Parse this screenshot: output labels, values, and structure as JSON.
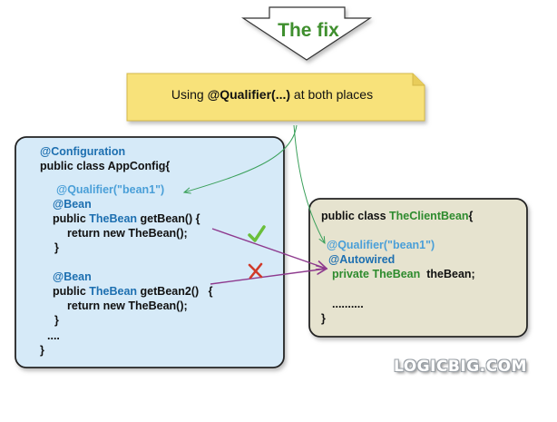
{
  "title": "The fix",
  "note": {
    "prefix": "Using ",
    "highlight": "@Qualifier(...)",
    "suffix": " at both places"
  },
  "config_box": {
    "line1": "@Configuration",
    "line2": "public class AppConfig{",
    "line3": "@Qualifier(\"bean1\")",
    "line4": "@Bean",
    "line5_a": "public ",
    "line5_b": "TheBean",
    "line5_c": " getBean() {",
    "line6": "return new TheBean();",
    "line7": "}",
    "line8": "@Bean",
    "line9_a": "public ",
    "line9_b": "TheBean",
    "line9_c": " getBean2()   {",
    "line10": "return new TheBean();",
    "line11": "}",
    "line12": "....",
    "line13": "}"
  },
  "client_box": {
    "line1_a": "public class ",
    "line1_b": "TheClientBean",
    "line1_c": "{",
    "line2": "@Qualifier(\"bean1\")",
    "line3": "@Autowired",
    "line4_a": "private ",
    "line4_b": "TheBean",
    "line4_c": "  theBean;",
    "line5": "..........",
    "line6": "}"
  },
  "brand": "LOGICBIG.COM",
  "colors": {
    "config_fill": "#d6eaf8",
    "client_fill": "#e6e3cf",
    "note_fill": "#f8e27a",
    "arrow_purple": "#8e3a8e",
    "arrow_green": "#3aa05a",
    "check": "#6abf3a",
    "cross": "#d03a2a"
  },
  "icons": [
    "down-arrow-shape",
    "check-icon",
    "cross-icon"
  ]
}
